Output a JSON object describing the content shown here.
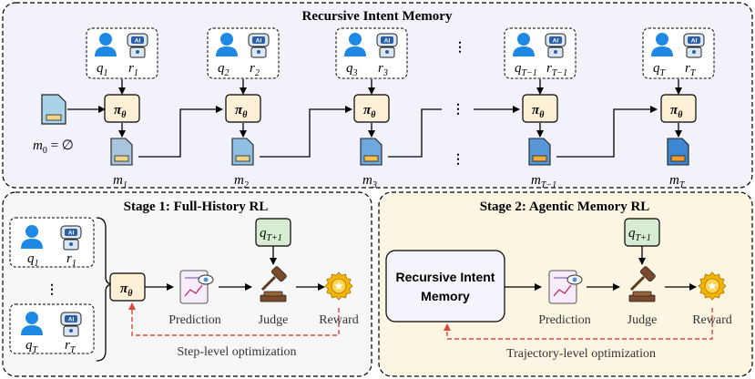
{
  "top": {
    "title": "Recursive Intent Memory",
    "steps": [
      {
        "q": "q",
        "qsub": "1",
        "r": "r",
        "rsub": "1",
        "m": "m",
        "msub": "1"
      },
      {
        "q": "q",
        "qsub": "2",
        "r": "r",
        "rsub": "2",
        "m": "m",
        "msub": "2"
      },
      {
        "q": "q",
        "qsub": "3",
        "r": "r",
        "rsub": "3",
        "m": "m",
        "msub": "3"
      },
      {
        "q": "q",
        "qsub": "T−1",
        "r": "r",
        "rsub": "T−1",
        "m": "m",
        "msub": "T−1"
      },
      {
        "q": "q",
        "qsub": "T",
        "r": "r",
        "rsub": "T",
        "m": "m",
        "msub": "T"
      }
    ],
    "m0": {
      "m": "m",
      "sub": "0",
      "rest": " = ∅"
    },
    "policy": {
      "pi": "π",
      "sub": "θ"
    },
    "ai_badge": "AI",
    "ellipsis": "⋮"
  },
  "stage1": {
    "title": "Stage 1: Full-History RL",
    "q_top": {
      "q": "q",
      "sub": "1",
      "r": "r",
      "rsub": "1"
    },
    "q_bottom": {
      "q": "q",
      "sub": "T",
      "r": "r",
      "rsub": "T"
    },
    "ellipsis": "⋮",
    "query": {
      "q": "q",
      "sub": "T+1"
    },
    "prediction": "Prediction",
    "judge": "Judge",
    "reward": "Reward",
    "optimization": "Step-level optimization"
  },
  "stage2": {
    "title": "Stage 2: Agentic Memory RL",
    "memory_line1": "Recursive Intent",
    "memory_line2": "Memory",
    "query": {
      "q": "q",
      "sub": "T+1"
    },
    "prediction": "Prediction",
    "judge": "Judge",
    "reward": "Reward",
    "optimization": "Trajectory-level optimization"
  },
  "colors": {
    "top_panel": "#f2f3fa",
    "stage1_panel": "#f7f7f7",
    "stage2_panel": "#fbf5e2",
    "policy_box": "#fdf0d7",
    "query_box": "#d7ecd2",
    "user_blue": "#1e88e5",
    "opt_arrow": "#d9473c",
    "reward_gold": "#f4b400"
  }
}
